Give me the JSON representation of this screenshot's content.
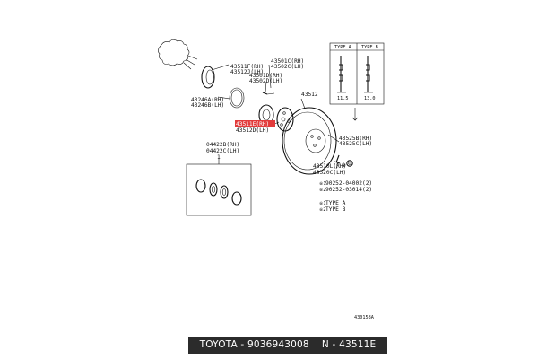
{
  "labels": {
    "l_43511F": "43511F(RH)",
    "l_43512J": "43512J(LH)",
    "l_43501C": "43501C(RH)",
    "l_43502C": "43502C(LH)",
    "l_43501D": "43501D(RH)",
    "l_43502D": "43502D(LH)",
    "l_43246A": "43246A(RH)",
    "l_43246B": "43246B(LH)",
    "l_43512": "43512",
    "l_43511E": "43511E(RH)",
    "l_43512D": "43512D(LH)",
    "l_04422B": "04422B(RH)",
    "l_04422C": "04422C(LH)",
    "l_43525B": "43525B(RH)",
    "l_43525C": "43525C(LH)",
    "l_43510L": "43510L(RH)",
    "l_43520C": "43520C(LH)",
    "l_90252_1": "90252-04002(2)",
    "l_90252_2": "90252-03014(2)",
    "l_mark1": "※1",
    "l_mark2": "※2",
    "l_mark1b": "※1",
    "l_mark2b": "※2",
    "l_marker_x": "※",
    "l_typeA": "TYPE A",
    "l_typeB": "TYPE B",
    "l_typeA_legend": "TYPE A",
    "l_typeB_legend": "TYPE B",
    "l_dimA": "11.5",
    "l_dimB": "13.0",
    "l_one": "1",
    "l_code": "430158A"
  },
  "highlight_color": "#e23b3b",
  "footer": {
    "brand": "TOYOTA",
    "sep1": " - ",
    "part_no": "9036943008",
    "gap": "    ",
    "prefix": "N",
    "sep2": " - ",
    "ref": "43511E"
  }
}
